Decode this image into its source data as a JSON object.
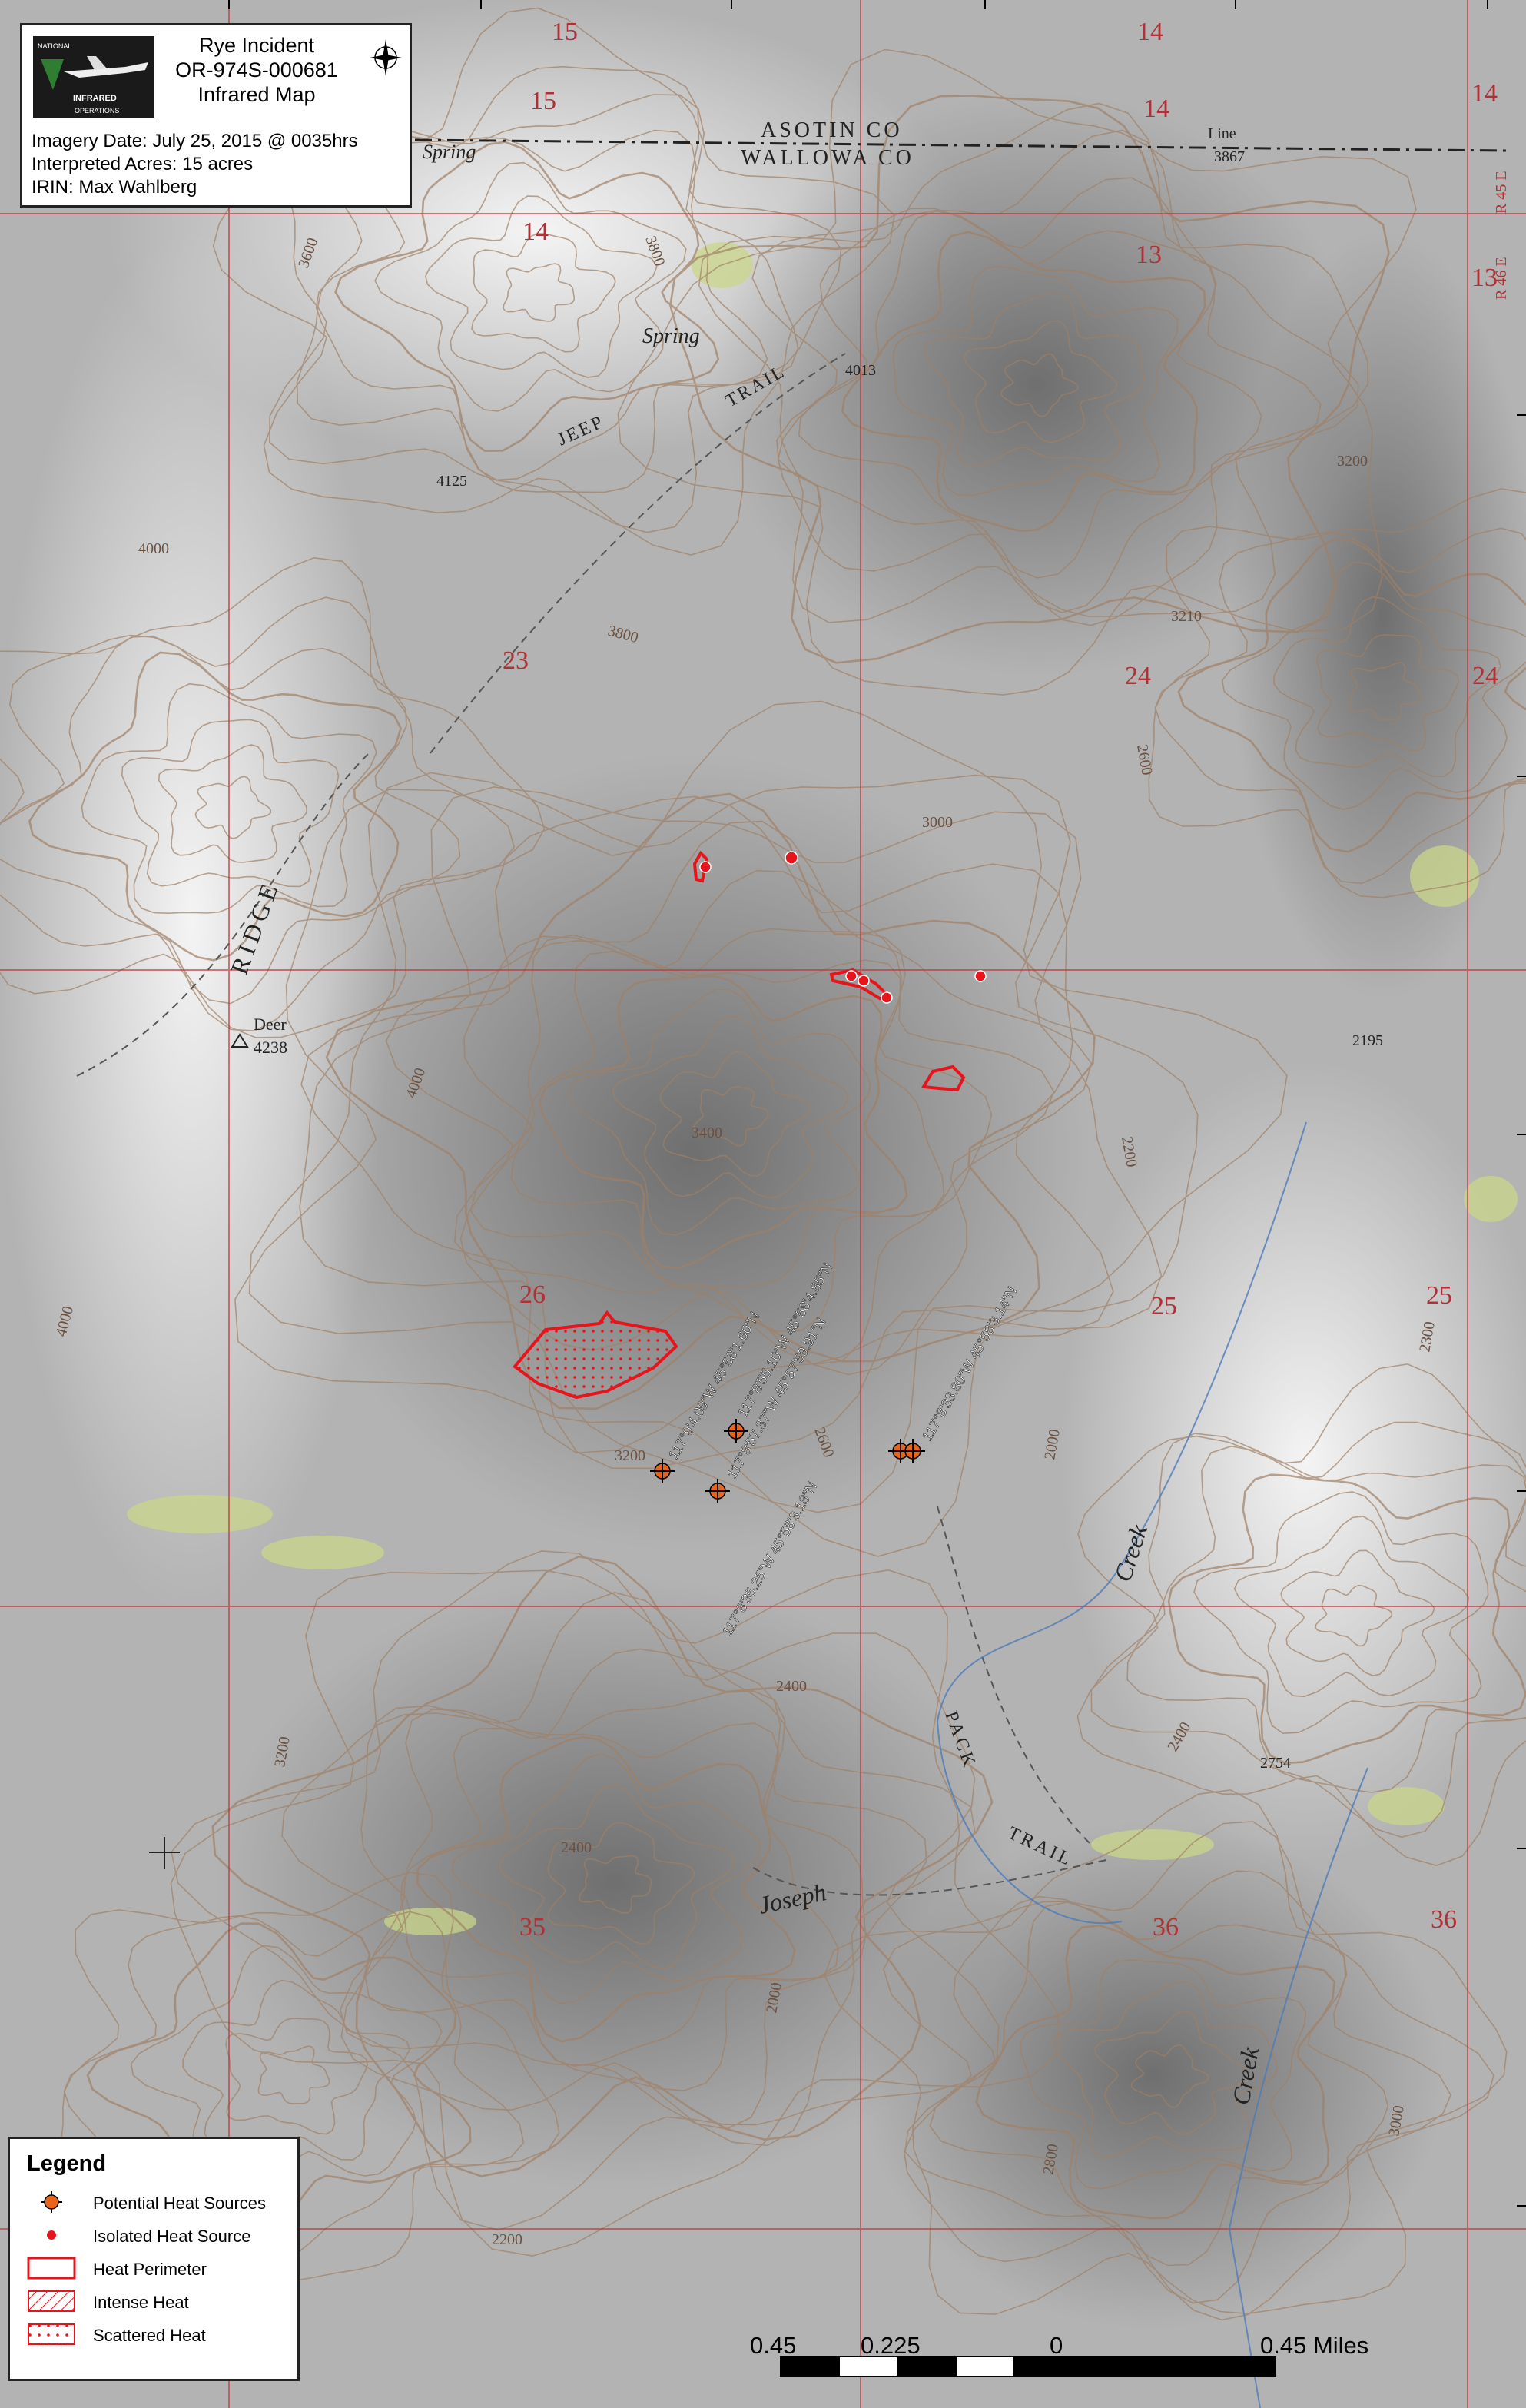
{
  "title_block": {
    "incident": "Rye Incident",
    "incident_number": "OR-974S-000681",
    "map_type": "Infrared Map",
    "imagery_date": "Imagery Date: July 25, 2015 @ 0035hrs",
    "interpreted_acres": "Interpreted Acres: 15 acres",
    "irin": "IRIN: Max Wahlberg",
    "logo_text_top": "NATIONAL",
    "logo_text_band": "INFRARED",
    "logo_text_bottom": "OPERATIONS"
  },
  "legend": {
    "title": "Legend",
    "items": [
      {
        "label": "Potential Heat Sources",
        "symbol": "crosshair-dot"
      },
      {
        "label": "Isolated Heat Source",
        "symbol": "dot"
      },
      {
        "label": "Heat Perimeter",
        "symbol": "outline-box"
      },
      {
        "label": "Intense Heat",
        "symbol": "hatched-box"
      },
      {
        "label": "Scattered Heat",
        "symbol": "dotted-box"
      }
    ]
  },
  "scale_bar": {
    "labels": [
      "0.45",
      "0.225",
      "0",
      "0.45 Miles"
    ]
  },
  "map_labels": {
    "sections": [
      "15",
      "14",
      "15",
      "14",
      "14",
      "14",
      "13",
      "13",
      "23",
      "24",
      "24",
      "26",
      "25",
      "25",
      "35",
      "36",
      "36"
    ],
    "county_north": "ASOTIN CO",
    "county_south": "WALLOWA CO",
    "place_names": [
      "Spring",
      "Spring",
      "JEEP",
      "TRAIL",
      "RIDGE",
      "Deer",
      "Joseph",
      "Creek",
      "PACK",
      "TRAIL",
      "Creek",
      "Line"
    ],
    "elevations": [
      "3600",
      "3800",
      "4013",
      "4125",
      "4000",
      "3867",
      "3200",
      "3210",
      "3800",
      "2600",
      "3000",
      "4238",
      "4000",
      "3400",
      "2200",
      "2195",
      "3200",
      "2600",
      "2000",
      "2400",
      "2754",
      "2400",
      "2200",
      "2800",
      "3000",
      "2400",
      "2000",
      "3200",
      "4000",
      "2300"
    ],
    "range_labels": [
      "R 45 E",
      "R 46 E"
    ]
  },
  "potential_heat_sources": [
    {
      "label": "117°9'4.09\"W 45°58'1.60\"N"
    },
    {
      "label": "117°8'55.10\"W 45°58'4.85\"N"
    },
    {
      "label": "117°8'57.37\"W 45°57'59.91\"N"
    },
    {
      "label": "117°8'35.25\"W 45°58'3.18\"N"
    },
    {
      "label": "117°8'33.80\"W 45°58'3.14\"N"
    }
  ],
  "colors": {
    "heat": "#e8141b",
    "heat_source_fill": "#e8641b",
    "terrain_light": "#e4e4e4",
    "terrain_dark": "#8d8d8d",
    "contour": "#a08065",
    "grid": "#c0343a",
    "vegetation": "#c9d68a"
  }
}
